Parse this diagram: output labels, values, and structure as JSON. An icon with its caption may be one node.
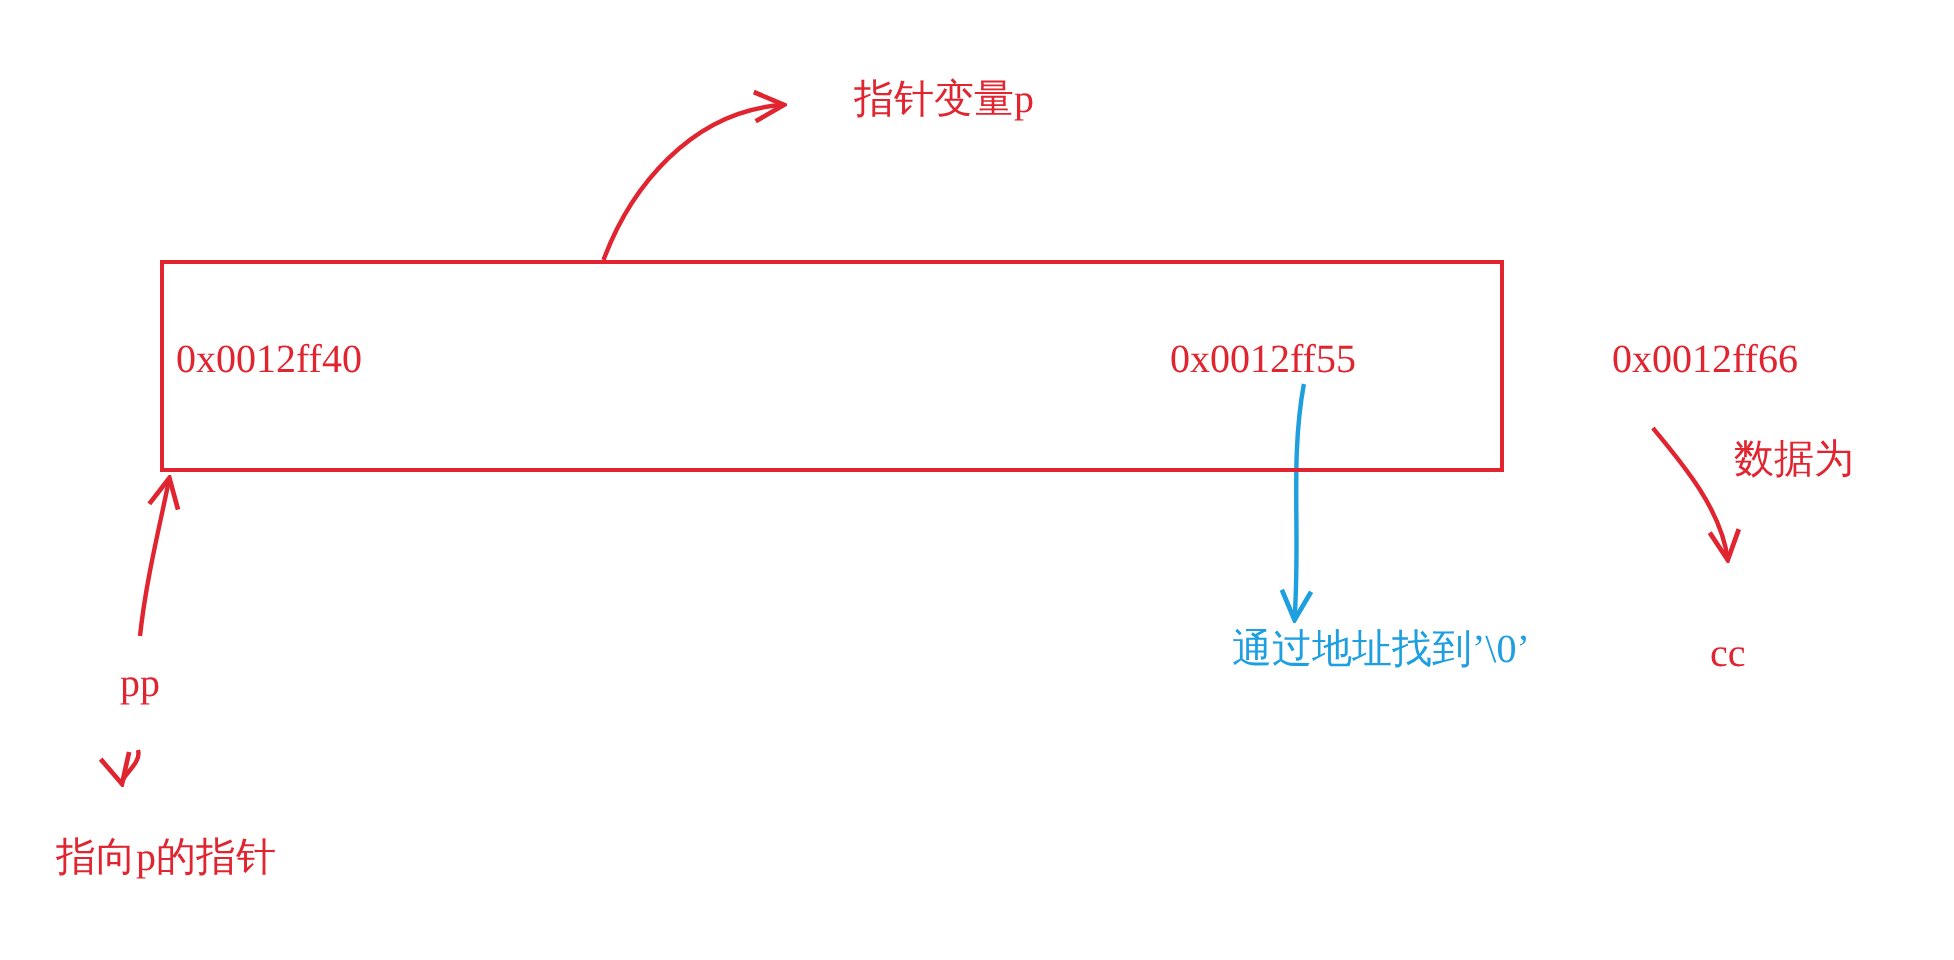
{
  "diagram": {
    "nodes": [
      {
        "text": [
          "指针变量p"
        ]
      },
      {
        "text": [
          "0x0012ff40"
        ]
      },
      {
        "text": [
          "0x0012ff55"
        ],
        "in": 1
      },
      {
        "text": [
          "0x0012ff66"
        ]
      },
      {
        "text": [
          "pp"
        ]
      },
      {
        "text": [
          "通过地址找到’\\0’"
        ]
      },
      {
        "text": [
          "cc"
        ]
      },
      {
        "text": [
          "指向p的指针"
        ]
      }
    ],
    "edges": [
      {
        "from": 1,
        "to": 0,
        "arrow": "to"
      },
      {
        "from": 4,
        "to": 1,
        "arrow": "to"
      },
      {
        "from": 4,
        "to": 7,
        "arrow": "to"
      },
      {
        "from": 2,
        "to": 5,
        "arrow": "to",
        "color": "#1e9fe0"
      },
      {
        "from": 3,
        "to": 6,
        "arrow": "to",
        "label": "数据为"
      }
    ]
  }
}
